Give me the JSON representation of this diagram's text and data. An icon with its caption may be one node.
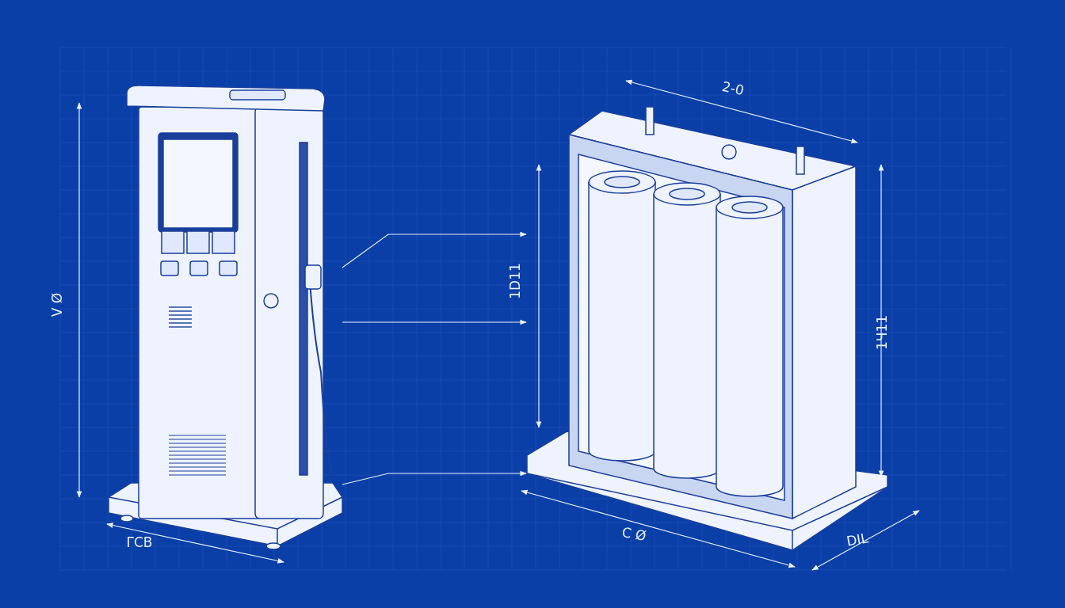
{
  "diagram": {
    "nodes": [
      {
        "text": [],
        "shape": "picture"
      },
      {
        "text": [],
        "shape": "picture"
      }
    ],
    "edges": [
      {
        "from": 0,
        "to": 1,
        "arrow": "to"
      },
      {
        "from": 0,
        "to": 1,
        "arrow": "to"
      },
      {
        "from": 0,
        "to": 1,
        "arrow": "to"
      }
    ],
    "labels": [
      "2-0",
      "V Ø",
      "1D11",
      "1Ч11",
      "ΓCB",
      "C Ø",
      "DIL"
    ]
  }
}
